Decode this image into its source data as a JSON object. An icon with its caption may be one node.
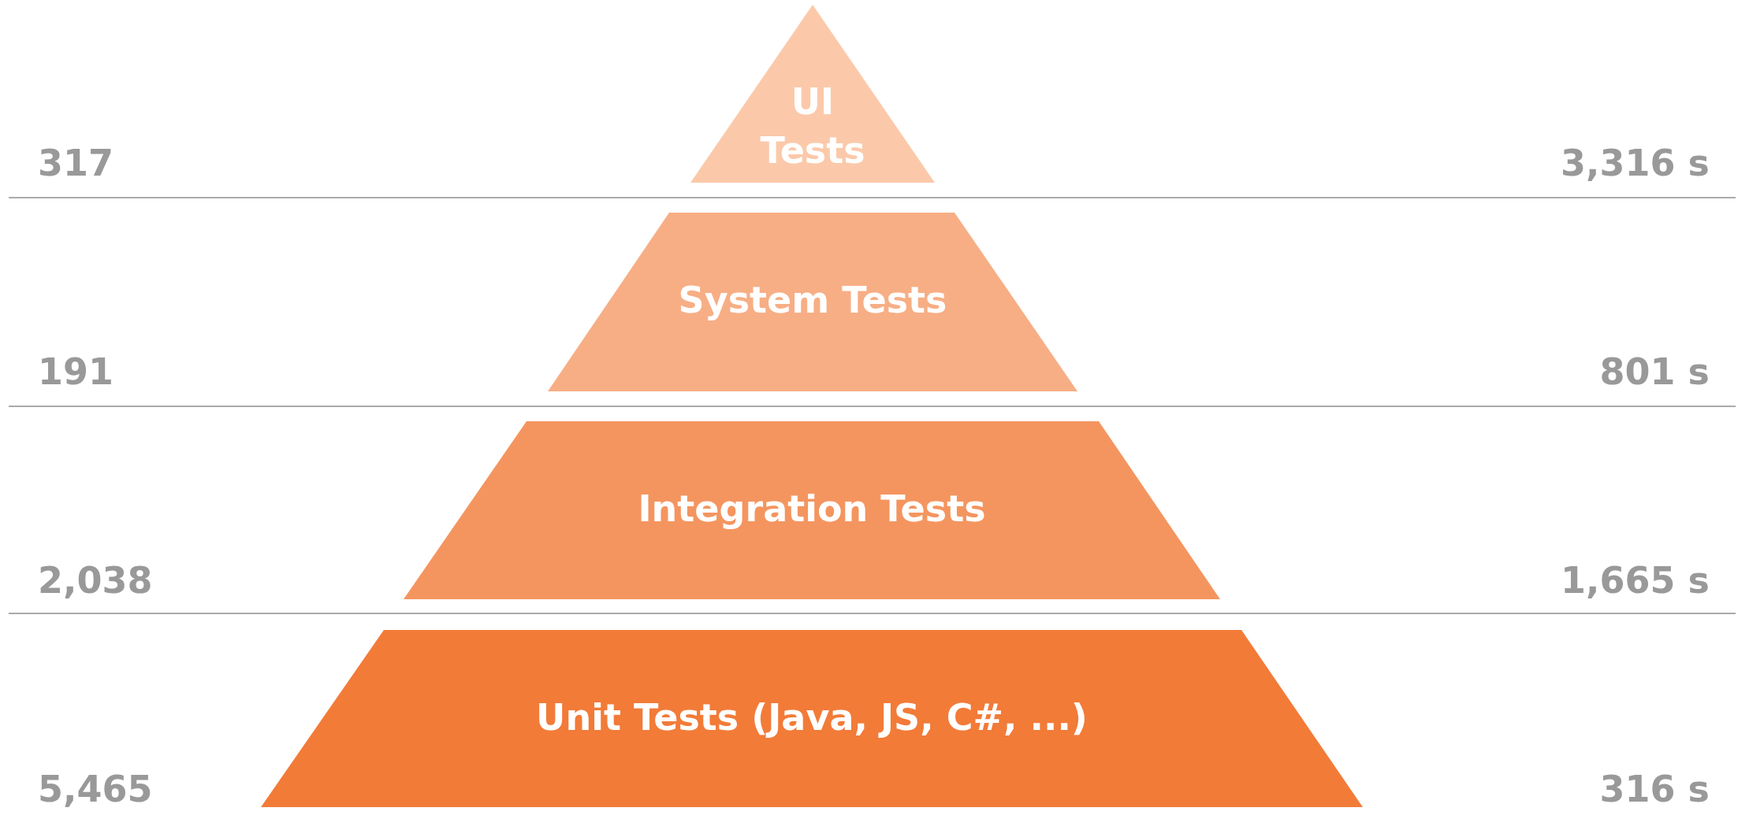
{
  "diagram": {
    "nodes": [
      {
        "text": [
          "UI Tests"
        ]
      },
      {
        "text": [
          "System Tests"
        ]
      },
      {
        "text": [
          "Integration Tests"
        ]
      },
      {
        "text": [
          "Unit Tests (Java, JS, C#, ...)"
        ]
      }
    ],
    "labels": [
      "317",
      "3,316 s",
      "191",
      "801 s",
      "2,038",
      "1,665 s",
      "5,465",
      "316 s"
    ]
  }
}
